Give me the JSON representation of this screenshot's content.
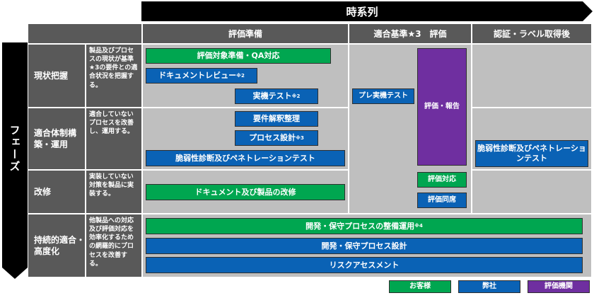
{
  "timeline_label": "時系列",
  "phase_label": "フェーズ",
  "columns": [
    "評価準備",
    "適合基準★3　評価",
    "認証・ラベル取得後"
  ],
  "rows": [
    {
      "title": "現状把握",
      "desc": "製品及びプロセスの現状が基準★3の要件との適合状況を把握する。"
    },
    {
      "title": "適合体制構築・運用",
      "desc": "適合していないプロセスを改善し、運用する。"
    },
    {
      "title": "改修",
      "desc": "実装していない対策を製品に実装する。"
    },
    {
      "title": "持続的適合・高度化",
      "desc": "他製品への対応及び評価対応を効率化するための網羅的にプロセスを改善する。"
    }
  ],
  "bars": {
    "eval_prep_qa": "評価対象準備・QA対応",
    "doc_review": "ドキュメントレビュー",
    "doc_review_note": "※2",
    "real_test": "実機テスト",
    "real_test_note": "※2",
    "pre_real_test": "プレ実機テスト",
    "eval_report": "評価・報告",
    "req_analysis": "要件解釈整理",
    "process_design": "プロセス設計",
    "process_design_note": "※3",
    "vuln_pentest": "脆弱性診断及びペネトレーションテスト",
    "vuln_pentest_after": "脆弱性診断及びペネトレーションテスト",
    "eval_response": "評価対応",
    "eval_attend": "評価同席",
    "doc_product_fix": "ドキュメント及び製品の改修",
    "dev_maint_ops": "開発・保守プロセスの整備運用",
    "dev_maint_ops_note": "※4",
    "dev_maint_design": "開発・保守プロセス設計",
    "risk_assessment": "リスクアセスメント"
  },
  "legend": [
    {
      "label": "お客様",
      "color": "#00a650"
    },
    {
      "label": "弊社",
      "color": "#0a62b5"
    },
    {
      "label": "評価機関",
      "color": "#6f2fa0"
    }
  ],
  "colors": {
    "header": "#595959",
    "cell": "#bfbfbf",
    "green": "#00a650",
    "blue": "#0a62b5",
    "purple": "#6f2fa0",
    "arrow": "#000000"
  }
}
